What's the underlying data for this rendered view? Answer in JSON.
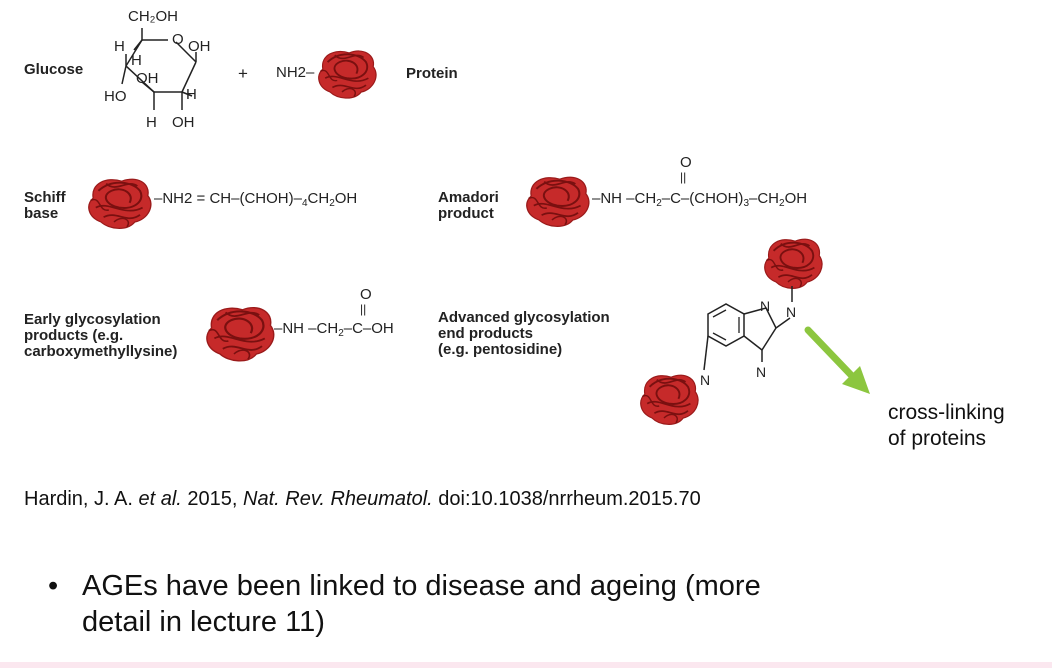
{
  "glucose": {
    "label": "Glucose",
    "ring": {
      "ch2oh": "CH₂OH",
      "o": "O",
      "h_top_left": "H",
      "oh_right": "OH",
      "h_inner": "H",
      "oh_inner": "OH",
      "ho_left": "HO",
      "h_right": "H",
      "h_bottom": "H",
      "oh_bottom": "OH"
    },
    "plus": "+",
    "nh2": "NH2–",
    "protein_label": "Protein"
  },
  "schiff": {
    "label_line1": "Schiff",
    "label_line2": "base",
    "formula_a": "–NH2 = CH–(CHOH)–",
    "sub_a": "4",
    "formula_b": "CH",
    "sub_b": "2",
    "formula_c": "OH"
  },
  "amadori": {
    "label_line1": "Amadori",
    "label_line2": "product",
    "carbonyl_o": "O",
    "double_bond": "||",
    "formula_a": "–NH –CH",
    "sub_a": "2",
    "formula_b": "–C–(CHOH)",
    "sub_b": "3",
    "formula_c": "–CH",
    "sub_c": "2",
    "formula_d": "OH"
  },
  "early": {
    "label_line1": "Early glycosylation",
    "label_line2": "products (e.g.",
    "label_line3": "carboxymethyllysine)",
    "carbonyl_o": "O",
    "double_bond": "||",
    "formula_a": "–NH –CH",
    "sub_a": "2",
    "formula_b": "–C–OH"
  },
  "advanced": {
    "label_line1": "Advanced glycosylation",
    "label_line2": "end products",
    "label_line3": "(e.g. pentosidine)",
    "n1": "N",
    "n2": "N",
    "n3": "N",
    "n4": "N"
  },
  "crosslink": {
    "line1": "cross-linking",
    "line2": "of proteins"
  },
  "citation": {
    "authors": "Hardin, J. A. ",
    "etal": "et al.",
    "year": " 2015, ",
    "journal": "Nat. Rev. Rheumatol.",
    "doi": " doi:10.1038/nrrheum.2015.70"
  },
  "bullet": {
    "marker": "•",
    "line1": "AGEs have been linked to disease and ageing (more",
    "line2": "detail in lecture 11)"
  },
  "colors": {
    "protein": "#c62a2a",
    "arrow": "#8cc63f",
    "text": "#222222",
    "footer": "#fbe7ef"
  },
  "icons": [
    "protein-blob-icon",
    "arrow-icon"
  ]
}
